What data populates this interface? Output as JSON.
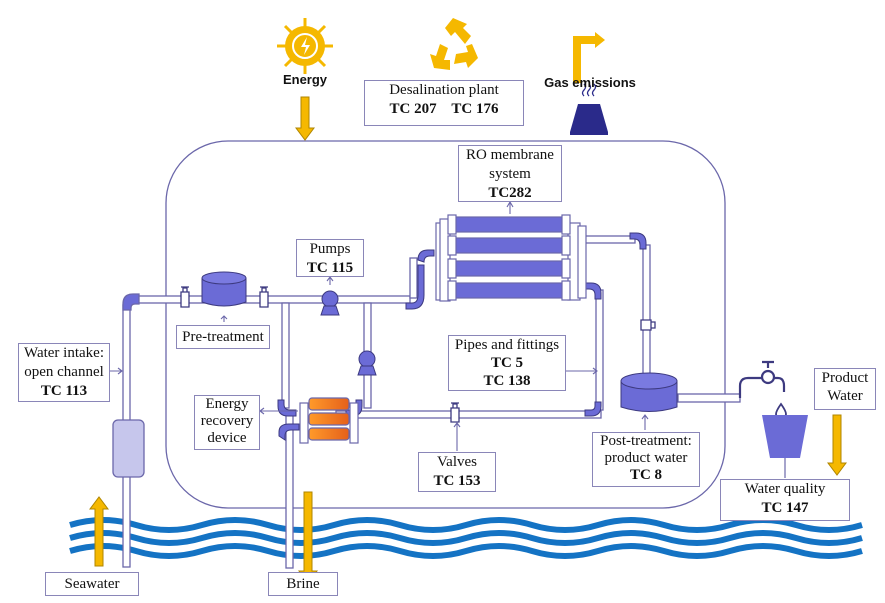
{
  "title": "Reverse osmosis desalination plant diagram",
  "colors": {
    "outline": "#6b67aa",
    "component": "#6b6bd6",
    "arrow": "#f5b800",
    "water": "#1473c4",
    "erd": "#f07a20"
  },
  "top": {
    "energy": {
      "label": "Energy",
      "icon": "sun-lightning-icon"
    },
    "plant": {
      "title": "Desalination plant",
      "codes": [
        "TC 207",
        "TC 176"
      ],
      "icon": "recycle-icon"
    },
    "emissions": {
      "label": "Gas emissions",
      "icon": "chimney-icon"
    }
  },
  "labels": {
    "ro": {
      "line1": "RO membrane",
      "line2": "system",
      "code": "TC282"
    },
    "pumps": {
      "line1": "Pumps",
      "code": "TC 115"
    },
    "pretreatment": {
      "line1": "Pre-treatment"
    },
    "intake": {
      "line1": "Water intake:",
      "line2": "open channel",
      "code": "TC 113"
    },
    "pipes": {
      "line1": "Pipes and fittings",
      "code1": "TC 5",
      "code2": "TC 138"
    },
    "erd": {
      "line1": "Energy",
      "line2": "recovery",
      "line3": "device"
    },
    "valves": {
      "line1": "Valves",
      "code": "TC 153"
    },
    "posttreatment": {
      "line1": "Post-treatment:",
      "line2": "product water",
      "code": "TC 8"
    },
    "product": {
      "line1": "Product",
      "line2": "Water"
    },
    "quality": {
      "line1": "Water quality",
      "code": "TC 147"
    },
    "seawater": {
      "line1": "Seawater"
    },
    "brine": {
      "line1": "Brine"
    }
  }
}
